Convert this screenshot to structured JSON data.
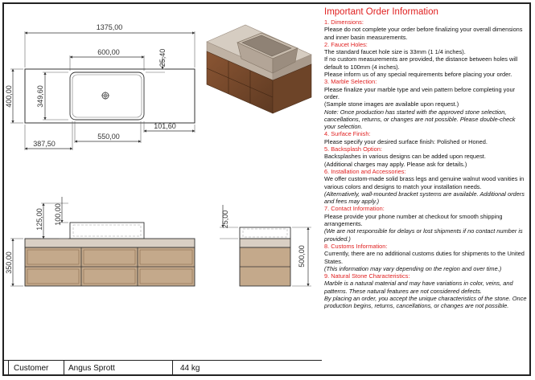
{
  "drawing": {
    "top_view": {
      "overall_width": "1375,00",
      "basin_width": "600,00",
      "top_edge_offset": "25,40",
      "depth": "400,00",
      "basin_depth": "349,60",
      "basin_to_right": "101,60",
      "left_offset": "387,50",
      "basin_center_width": "550,00"
    },
    "front_view": {
      "basin_height": "125,00",
      "inner_basin_depth": "100,00",
      "cabinet_height": "350,00"
    },
    "side_view": {
      "backsplash_height": "25,00",
      "side_height": "500,00"
    }
  },
  "notes": {
    "title": "Important Order Information",
    "sections": [
      {
        "heading": "1. Dimensions:",
        "lines": [
          {
            "text": "Please do not complete your order before finalizing your overall dimensions and inner basin measurements.",
            "italic": false
          }
        ]
      },
      {
        "heading": "2. Faucet Holes:",
        "lines": [
          {
            "text": "The standard faucet hole size is 33mm (1 1/4 inches).",
            "italic": false
          },
          {
            "text": "If no custom measurements are provided, the distance between holes will default to 100mm (4 inches).",
            "italic": false
          },
          {
            "text": "Please inform us of any special requirements before placing your order.",
            "italic": false
          }
        ]
      },
      {
        "heading": "3. Marble Selection:",
        "lines": [
          {
            "text": "Please finalize your marble type and vein pattern before completing your order.",
            "italic": false
          },
          {
            "text": "(Sample stone images are available upon request.)",
            "italic": false
          },
          {
            "text": "Note: Once production has started with the approved stone selection, cancellations, returns, or changes are not possible. Please double-check your selection.",
            "italic": true
          }
        ]
      },
      {
        "heading": "4. Surface Finish:",
        "lines": [
          {
            "text": "Please specify your desired surface finish: Polished or Honed.",
            "italic": false
          }
        ]
      },
      {
        "heading": "5. Backsplash Option:",
        "lines": [
          {
            "text": "Backsplashes in various designs can be added upon request.",
            "italic": false
          },
          {
            "text": "(Additional charges may apply. Please ask for details.)",
            "italic": false
          }
        ]
      },
      {
        "heading": "6. Installation and Accessories:",
        "lines": [
          {
            "text": "We offer custom-made solid brass legs and genuine walnut wood vanities in various colors and designs to match your installation needs.",
            "italic": false
          },
          {
            "text": "(Alternatively, wall-mounted bracket systems are available. Additional orders and fees may apply.)",
            "italic": true
          }
        ]
      },
      {
        "heading": "7. Contact Information:",
        "lines": [
          {
            "text": "Please provide your phone number at checkout for smooth shipping arrangements.",
            "italic": false
          },
          {
            "text": "(We are not responsible for delays or lost shipments if no contact number is provided.)",
            "italic": true
          }
        ]
      },
      {
        "heading": "8. Customs Information:",
        "lines": [
          {
            "text": "Currently, there are no additional customs duties for shipments to the United States.",
            "italic": false
          },
          {
            "text": "(This information may vary depending on the region and over time.)",
            "italic": true
          }
        ]
      },
      {
        "heading": "9. Natural Stone Characteristics:",
        "lines": [
          {
            "text": "Marble is a natural material and may have variations in color, veins, and patterns. These natural features are not considered defects.",
            "italic": true
          },
          {
            "text": "By placing an order, you accept the unique characteristics of the stone. Once production begins, returns, cancellations, or changes are not possible.",
            "italic": true
          }
        ]
      }
    ]
  },
  "title_block": {
    "customer_label": "Customer",
    "customer_name": "Angus Sprott",
    "weight": "44 kg"
  },
  "colors": {
    "heading_red": "#e02020",
    "walnut": "#7a4a2a",
    "stone": "#cbbfb2"
  }
}
